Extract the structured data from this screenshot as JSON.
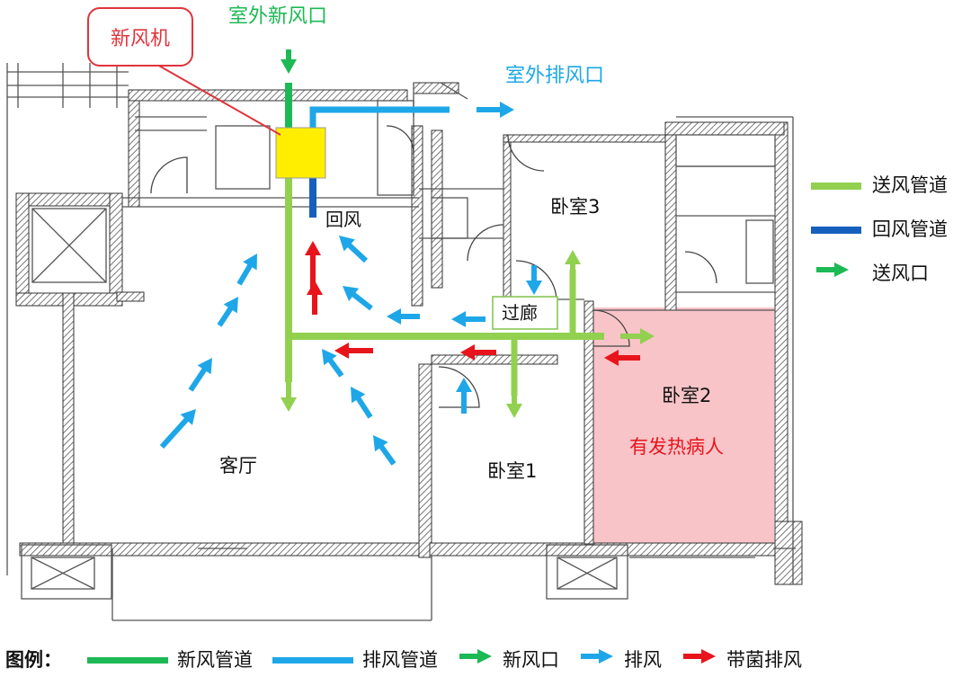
{
  "colors": {
    "fresh_air_duct": "#1db954",
    "exhaust_duct": "#1ea7e8",
    "supply_duct": "#92d050",
    "return_duct": "#1560bd",
    "contaminated": "#e8141c",
    "unit": "#ffee00",
    "patient_room": "#f8c4c8",
    "wall": "#777777"
  },
  "callout": {
    "text": "新风机"
  },
  "labels": {
    "outdoor_fresh_inlet": "室外新风口",
    "outdoor_exhaust": "室外排风口",
    "return_air": "回风",
    "corridor": "过廊",
    "bedroom3": "卧室3",
    "bedroom2": "卧室2",
    "bedroom1": "卧室1",
    "living_room": "客厅",
    "patient": "有发热病人"
  },
  "legend_right": [
    {
      "icon": "green-line-icon",
      "label": "送风管道"
    },
    {
      "icon": "blue-line-icon",
      "label": "回风管道"
    },
    {
      "icon": "green-arrow-icon",
      "label": "送风口"
    }
  ],
  "legend_bottom": {
    "title": "图例：",
    "items": [
      {
        "icon": "fresh-duct-line-icon",
        "label": "新风管道"
      },
      {
        "icon": "exhaust-duct-line-icon",
        "label": "排风管道"
      },
      {
        "icon": "fresh-inlet-arrow-icon",
        "label": "新风口"
      },
      {
        "icon": "exhaust-arrow-icon",
        "label": "排风"
      },
      {
        "icon": "contaminated-arrow-icon",
        "label": "带菌排风"
      }
    ]
  }
}
